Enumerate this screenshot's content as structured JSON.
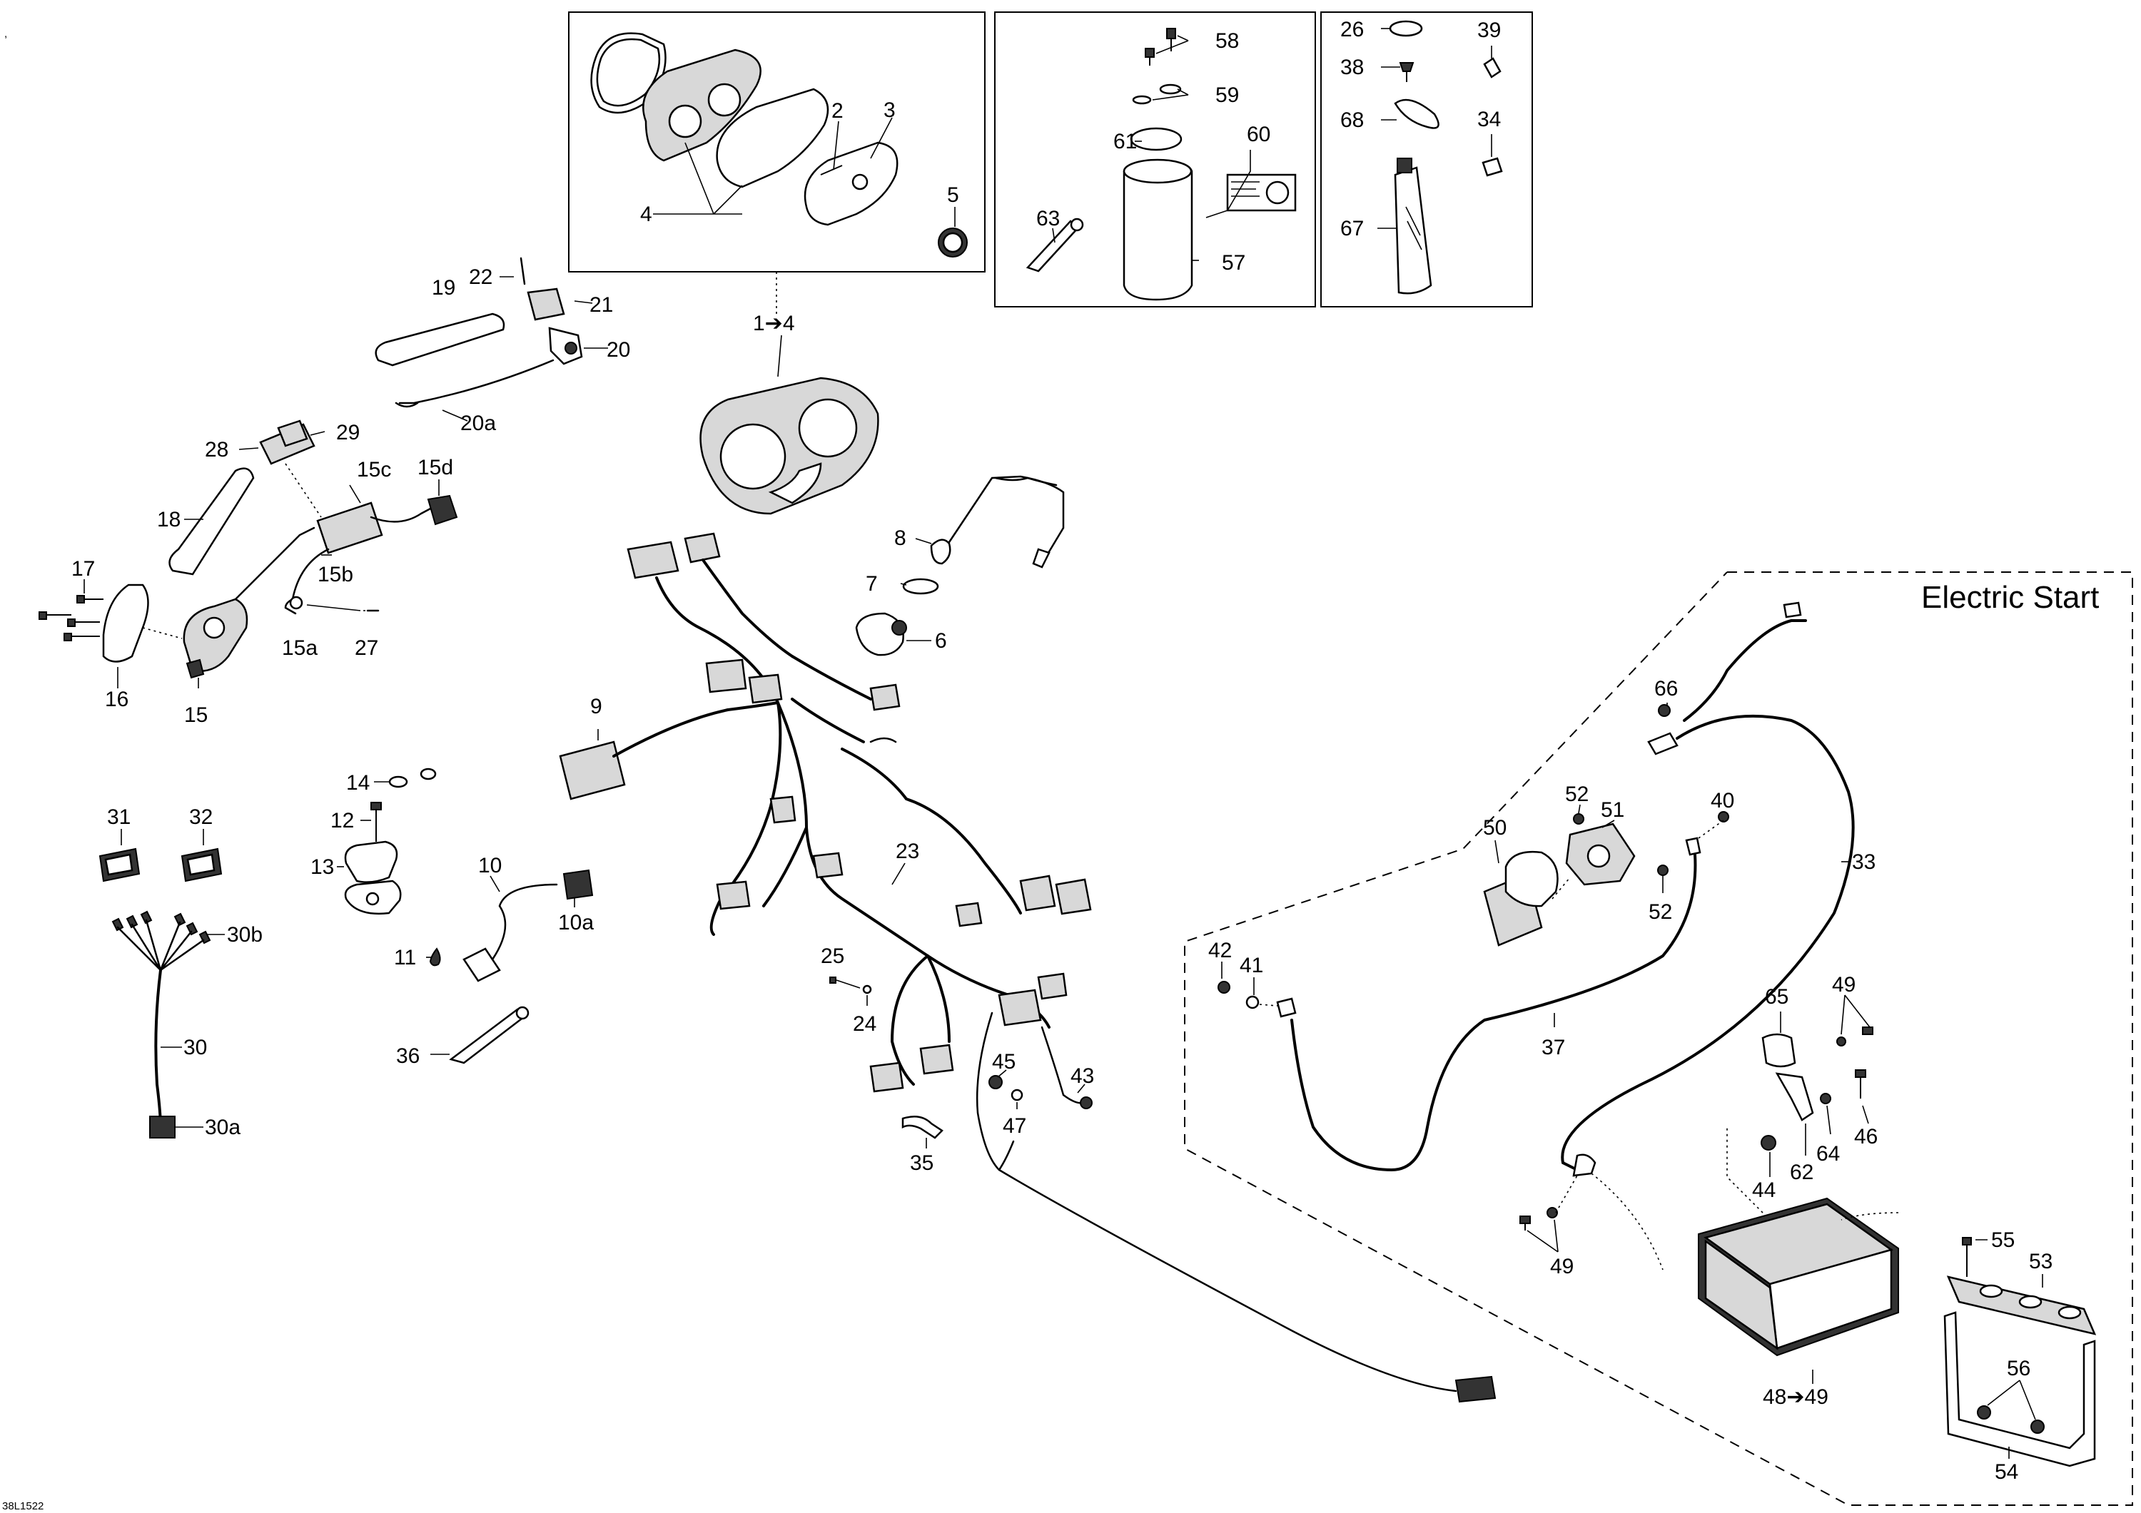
{
  "diagram": {
    "reference": "38L1522",
    "corner_mark": ",",
    "section_title": "Electric Start",
    "callouts": [
      {
        "id": "c1-4",
        "text": "1➔4"
      },
      {
        "id": "c2",
        "text": "2"
      },
      {
        "id": "c3",
        "text": "3"
      },
      {
        "id": "c4",
        "text": "4"
      },
      {
        "id": "c5",
        "text": "5"
      },
      {
        "id": "c6",
        "text": "6"
      },
      {
        "id": "c7",
        "text": "7"
      },
      {
        "id": "c8",
        "text": "8"
      },
      {
        "id": "c9",
        "text": "9"
      },
      {
        "id": "c10",
        "text": "10"
      },
      {
        "id": "c10a",
        "text": "10a"
      },
      {
        "id": "c11",
        "text": "11"
      },
      {
        "id": "c12",
        "text": "12"
      },
      {
        "id": "c13",
        "text": "13"
      },
      {
        "id": "c14",
        "text": "14"
      },
      {
        "id": "c15",
        "text": "15"
      },
      {
        "id": "c15a",
        "text": "15a"
      },
      {
        "id": "c15b",
        "text": "15b"
      },
      {
        "id": "c15c",
        "text": "15c"
      },
      {
        "id": "c15d",
        "text": "15d"
      },
      {
        "id": "c16",
        "text": "16"
      },
      {
        "id": "c17",
        "text": "17"
      },
      {
        "id": "c18",
        "text": "18"
      },
      {
        "id": "c19",
        "text": "19"
      },
      {
        "id": "c20",
        "text": "20"
      },
      {
        "id": "c20a",
        "text": "20a"
      },
      {
        "id": "c21",
        "text": "21"
      },
      {
        "id": "c22",
        "text": "22"
      },
      {
        "id": "c23",
        "text": "23"
      },
      {
        "id": "c24",
        "text": "24"
      },
      {
        "id": "c25",
        "text": "25"
      },
      {
        "id": "c26",
        "text": "26"
      },
      {
        "id": "c27",
        "text": "27"
      },
      {
        "id": "c28",
        "text": "28"
      },
      {
        "id": "c29",
        "text": "29"
      },
      {
        "id": "c30",
        "text": "30"
      },
      {
        "id": "c30a",
        "text": "30a"
      },
      {
        "id": "c30b",
        "text": "30b"
      },
      {
        "id": "c31",
        "text": "31"
      },
      {
        "id": "c32",
        "text": "32"
      },
      {
        "id": "c33",
        "text": "33"
      },
      {
        "id": "c34",
        "text": "34"
      },
      {
        "id": "c35",
        "text": "35"
      },
      {
        "id": "c36",
        "text": "36"
      },
      {
        "id": "c37",
        "text": "37"
      },
      {
        "id": "c38",
        "text": "38"
      },
      {
        "id": "c39",
        "text": "39"
      },
      {
        "id": "c40",
        "text": "40"
      },
      {
        "id": "c41",
        "text": "41"
      },
      {
        "id": "c42",
        "text": "42"
      },
      {
        "id": "c43",
        "text": "43"
      },
      {
        "id": "c44",
        "text": "44"
      },
      {
        "id": "c45",
        "text": "45"
      },
      {
        "id": "c46",
        "text": "46"
      },
      {
        "id": "c47",
        "text": "47"
      },
      {
        "id": "c48-49",
        "text": "48➔49"
      },
      {
        "id": "c49a",
        "text": "49"
      },
      {
        "id": "c49b",
        "text": "49"
      },
      {
        "id": "c50",
        "text": "50"
      },
      {
        "id": "c51",
        "text": "51"
      },
      {
        "id": "c52a",
        "text": "52"
      },
      {
        "id": "c52b",
        "text": "52"
      },
      {
        "id": "c53",
        "text": "53"
      },
      {
        "id": "c54",
        "text": "54"
      },
      {
        "id": "c55",
        "text": "55"
      },
      {
        "id": "c56",
        "text": "56"
      },
      {
        "id": "c57",
        "text": "57"
      },
      {
        "id": "c58",
        "text": "58"
      },
      {
        "id": "c59",
        "text": "59"
      },
      {
        "id": "c60",
        "text": "60"
      },
      {
        "id": "c61",
        "text": "61"
      },
      {
        "id": "c62",
        "text": "62"
      },
      {
        "id": "c63",
        "text": "63"
      },
      {
        "id": "c64",
        "text": "64"
      },
      {
        "id": "c65",
        "text": "65"
      },
      {
        "id": "c66",
        "text": "66"
      },
      {
        "id": "c67",
        "text": "67"
      },
      {
        "id": "c68",
        "text": "68"
      }
    ]
  }
}
